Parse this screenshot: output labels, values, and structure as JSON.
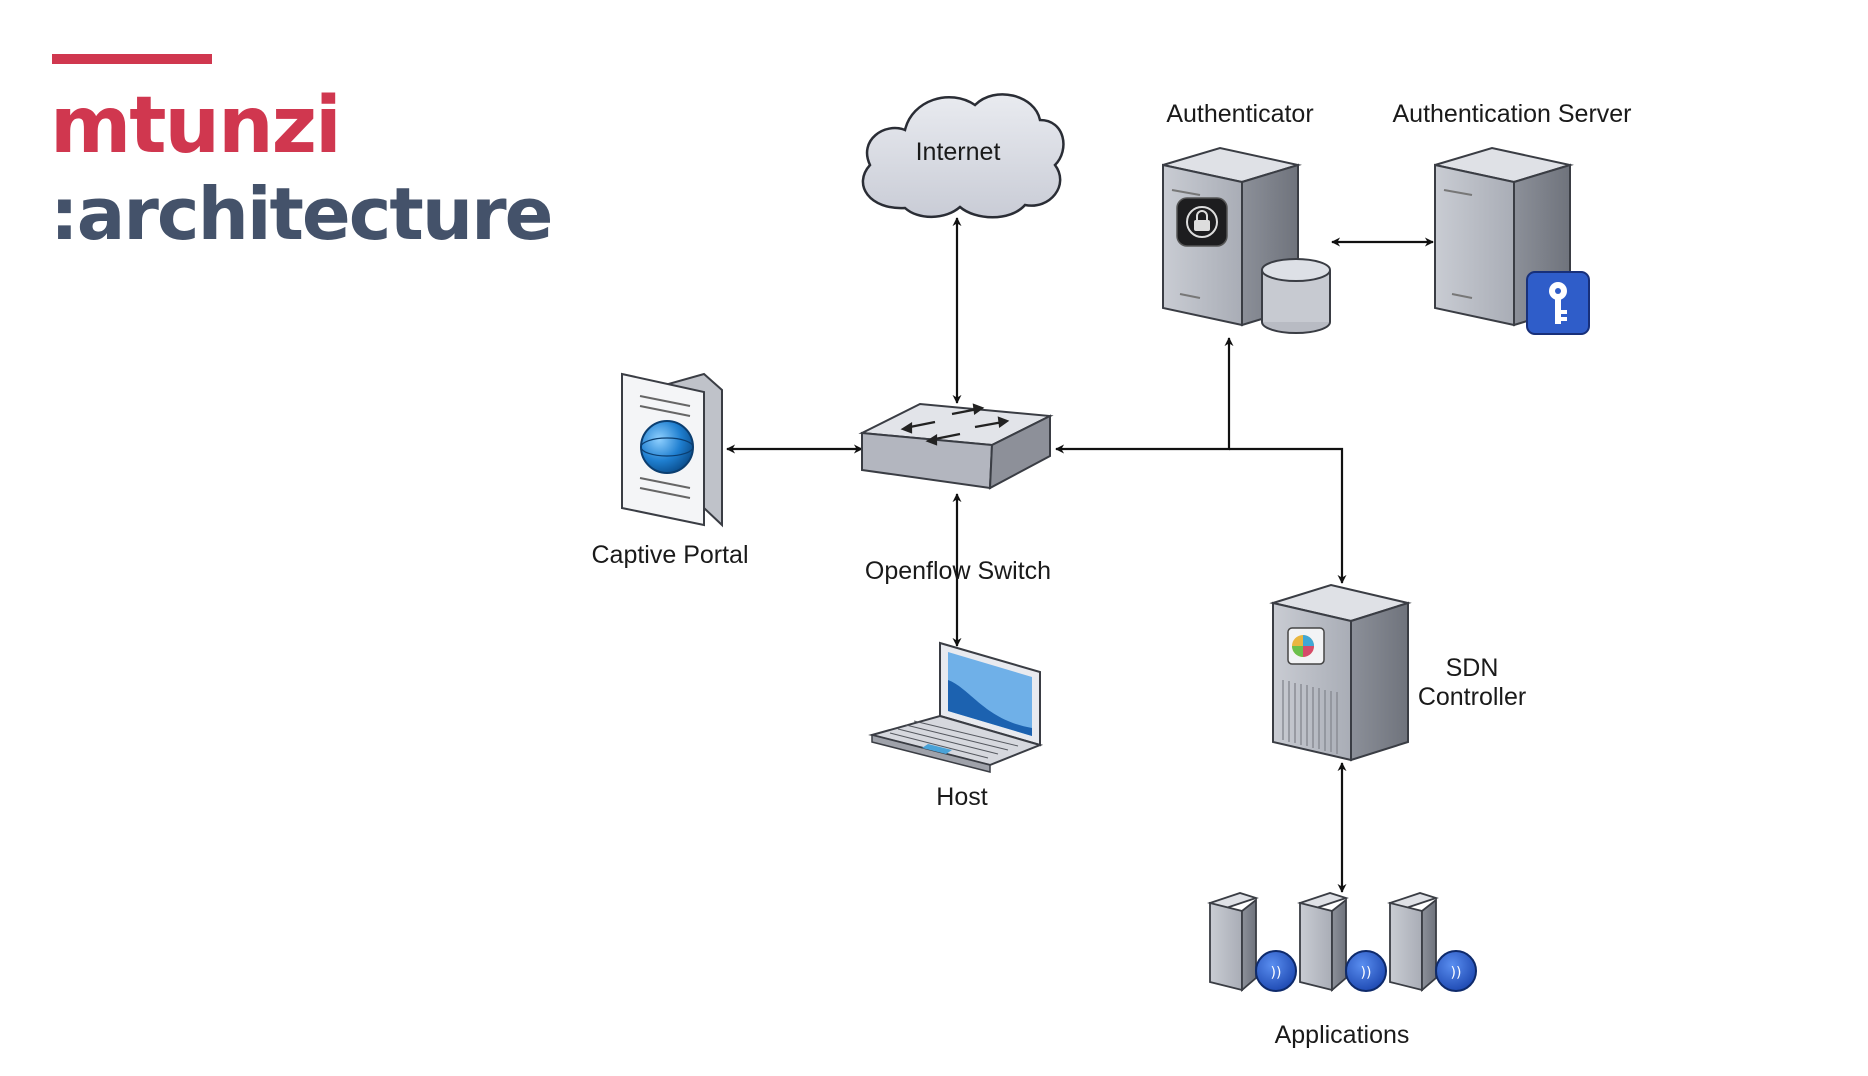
{
  "slide": {
    "title": "mtunzi",
    "subtitle": ":architecture"
  },
  "colors": {
    "title": "#d0374f",
    "subtitle": "#44526a",
    "accent_bar": "#d0374f"
  },
  "diagram": {
    "nodes": {
      "internet": {
        "label": "Internet",
        "icon": "cloud-icon"
      },
      "authenticator": {
        "label": "Authenticator",
        "icon": "server-lock-database-icon"
      },
      "auth_server": {
        "label": "Authentication Server",
        "icon": "server-key-icon"
      },
      "captive_portal": {
        "label": "Captive Portal",
        "icon": "web-page-globe-icon"
      },
      "switch": {
        "label": "Openflow Switch",
        "icon": "network-switch-icon"
      },
      "host": {
        "label": "Host",
        "icon": "laptop-icon"
      },
      "sdn": {
        "label_line1": "SDN",
        "label_line2": "Controller",
        "icon": "tower-server-icon"
      },
      "applications": {
        "label": "Applications",
        "icon": "server-group-icon"
      }
    },
    "edges": [
      {
        "from": "switch",
        "to": "internet",
        "bidirectional": true
      },
      {
        "from": "switch",
        "to": "captive_portal",
        "bidirectional": true
      },
      {
        "from": "switch",
        "to": "host",
        "bidirectional": true
      },
      {
        "from": "switch",
        "to": "authenticator",
        "bidirectional": true
      },
      {
        "from": "switch",
        "to": "sdn",
        "bidirectional": true
      },
      {
        "from": "authenticator",
        "to": "auth_server",
        "bidirectional": true
      },
      {
        "from": "sdn",
        "to": "applications",
        "bidirectional": true
      }
    ]
  }
}
